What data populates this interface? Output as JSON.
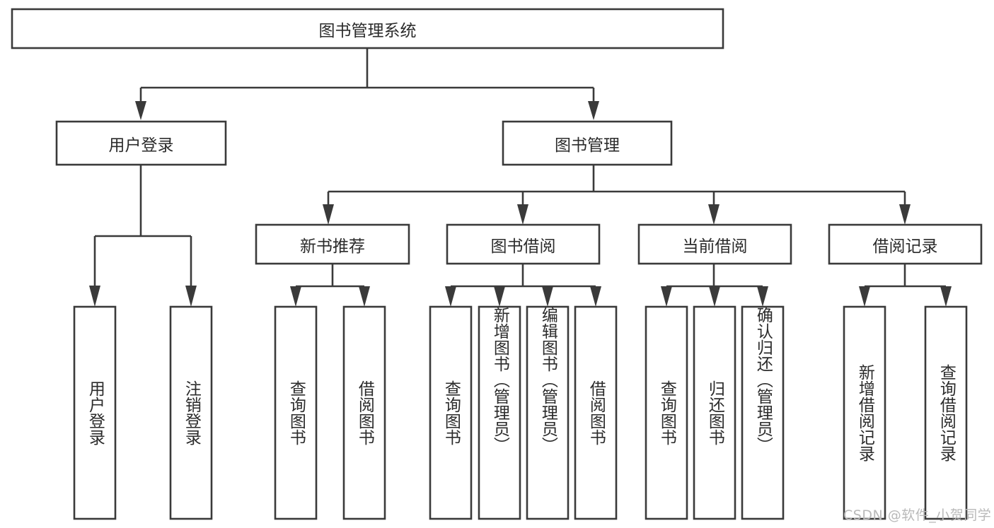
{
  "diagram": {
    "type": "tree",
    "title": "图书管理系统",
    "watermark": "CSDN @软件_小贺同学",
    "colors": {
      "stroke": "#3a3a3a",
      "background": "#ffffff",
      "text": "#2b2b2b",
      "watermark": "#b9b9b9"
    },
    "root": {
      "label": "图书管理系统"
    },
    "level2": [
      {
        "label": "用户登录"
      },
      {
        "label": "图书管理"
      }
    ],
    "level3": [
      {
        "label": "新书推荐"
      },
      {
        "label": "图书借阅"
      },
      {
        "label": "当前借阅"
      },
      {
        "label": "借阅记录"
      }
    ],
    "leaves": {
      "user_login": [
        {
          "label": "用户登录"
        },
        {
          "label": "注销登录"
        }
      ],
      "new_book_recommend": [
        {
          "label": "查询图书"
        },
        {
          "label": "借阅图书"
        }
      ],
      "book_borrow": [
        {
          "label": "查询图书"
        },
        {
          "label": "新增图书（管理员）"
        },
        {
          "label": "编辑图书（管理员）"
        },
        {
          "label": "借阅图书"
        }
      ],
      "current_borrow": [
        {
          "label": "查询图书"
        },
        {
          "label": "归还图书"
        },
        {
          "label": "确认归还（管理员）"
        }
      ],
      "borrow_record": [
        {
          "label": "新增借阅记录"
        },
        {
          "label": "查询借阅记录"
        }
      ]
    }
  }
}
